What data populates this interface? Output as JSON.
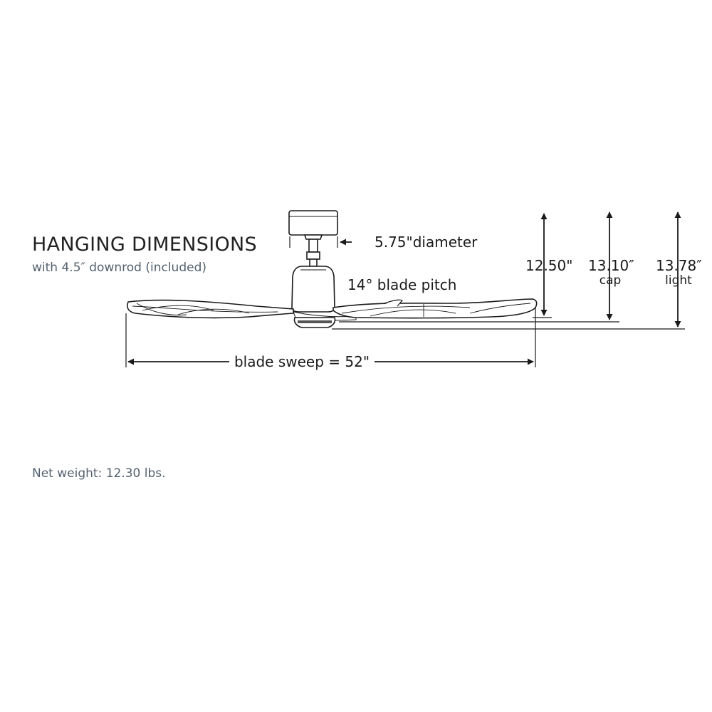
{
  "title": "HANGING DIMENSIONS",
  "subtitle": "with 4.5″ downrod (included)",
  "net_weight": "Net weight: 12.30 lbs.",
  "labels": {
    "canopy_diameter": "5.75\"diameter",
    "blade_pitch": "14° blade pitch",
    "blade_sweep": "blade sweep = 52\"",
    "height_base": "12.50\"",
    "height_cap_value": "13.10″",
    "height_cap_label": "cap",
    "height_light_value": "13.78″",
    "height_light_label": "light"
  }
}
